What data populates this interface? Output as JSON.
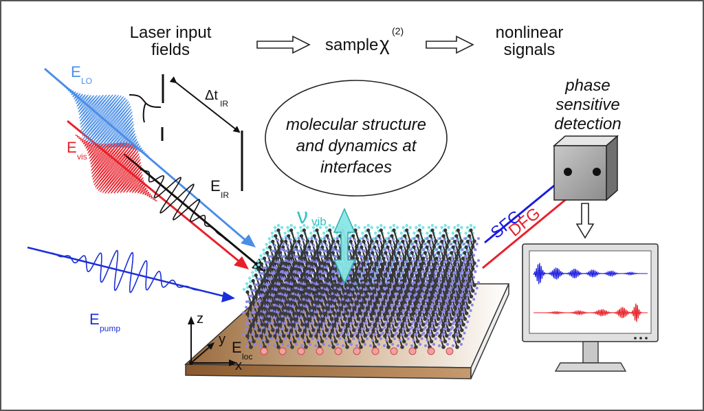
{
  "header": {
    "input": [
      "Laser input",
      "fields"
    ],
    "sample_prefix": "sample",
    "chi": "χ",
    "chi_order": "(2)",
    "output": [
      "nonlinear",
      "signals"
    ]
  },
  "center": {
    "lines": [
      "molecular structure",
      "and dynamics at",
      "interfaces"
    ]
  },
  "fields": {
    "lo": {
      "base": "E",
      "sub": "LO"
    },
    "vis": {
      "base": "E",
      "sub": "vis"
    },
    "ir": {
      "base": "E",
      "sub": "IR"
    },
    "pump": {
      "base": "E",
      "sub": "pump"
    },
    "delay": {
      "base": "Δt",
      "sub": "IR"
    }
  },
  "sample": {
    "vib": {
      "base": "ν",
      "sub": "vib"
    },
    "local_field": {
      "base": "E",
      "sub": "loc"
    },
    "axes": {
      "z": "z",
      "y": "y",
      "x": "x"
    }
  },
  "detection": {
    "title_lines": [
      "phase",
      "sensitive",
      "detection"
    ],
    "sfg": "SFG",
    "dfg": "DFG"
  },
  "colors": {
    "lo": "#4a8ee8",
    "vis": "#e8202a",
    "ir": "#111111",
    "pump": "#1a2ed8",
    "vib": "#3fd0d0",
    "sfg": "#1a1ae0",
    "dfg": "#e8202a"
  }
}
